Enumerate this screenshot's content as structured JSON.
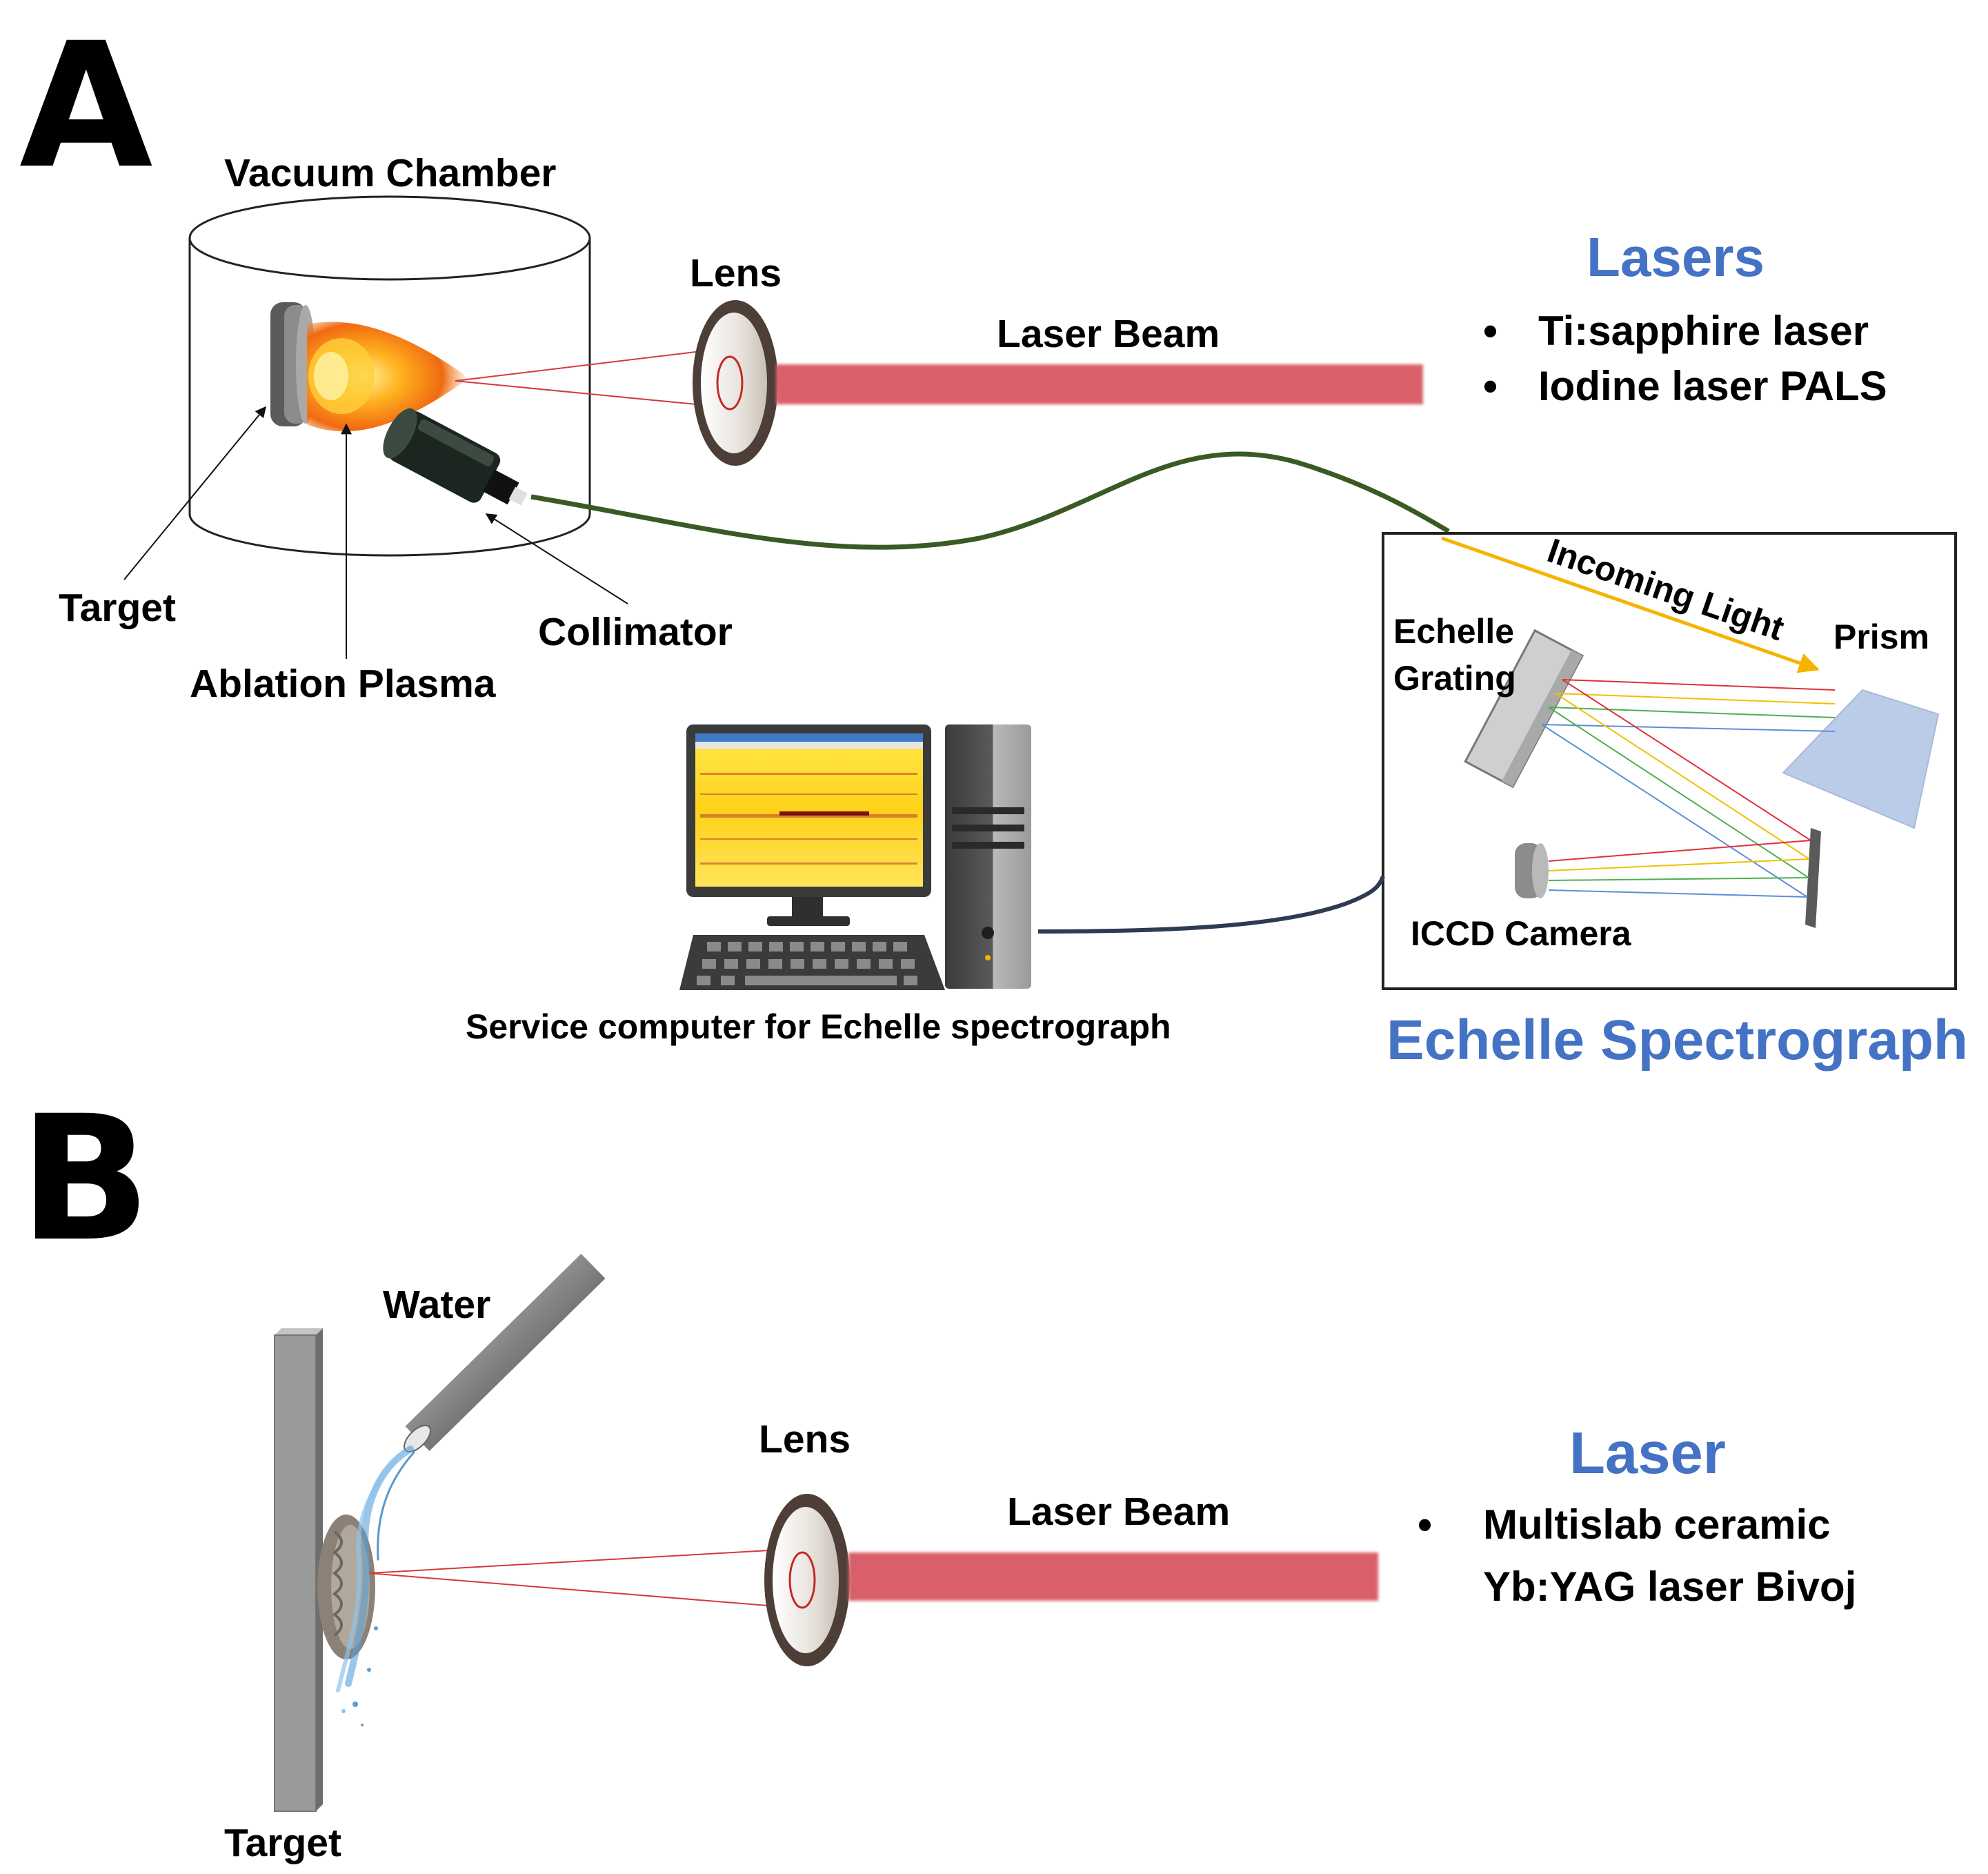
{
  "panel_a": {
    "letter": "A",
    "vacuum_chamber": "Vacuum Chamber",
    "lens": "Lens",
    "laser_beam": "Laser Beam",
    "target": "Target",
    "ablation_plasma": "Ablation Plasma",
    "collimator": "Collimator",
    "lasers": {
      "title": "Lasers",
      "items": [
        "Ti:sapphire laser",
        "Iodine laser PALS"
      ]
    },
    "spectrograph": {
      "title": "Echelle Spectrograph",
      "incoming_light": "Incoming Light",
      "prism": "Prism",
      "echelle": "Echelle",
      "grating": "Grating",
      "iccd_camera": "ICCD Camera"
    },
    "computer": "Service computer for Echelle spectrograph"
  },
  "panel_b": {
    "letter": "B",
    "water": "Water",
    "lens": "Lens",
    "laser_beam": "Laser Beam",
    "target": "Target",
    "laser": {
      "title": "Laser",
      "line1": "Multislab ceramic",
      "line2": "Yb:YAG laser Bivoj"
    }
  },
  "colors": {
    "accent_blue": "#4472c4",
    "beam_red": "#d9616a",
    "fiber_green": "#3a5a23",
    "cable_navy": "#2e3b52",
    "light_yellow": "#f4b400"
  }
}
